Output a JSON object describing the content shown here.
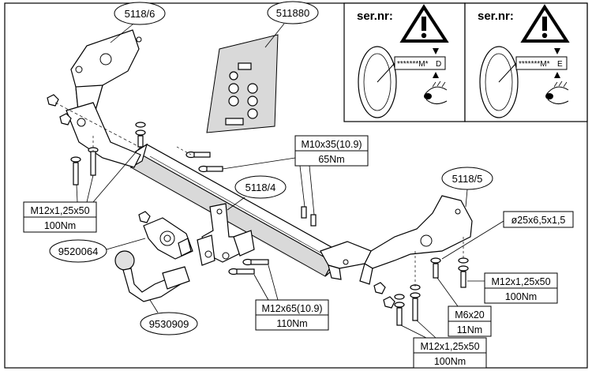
{
  "part_labels": {
    "left_bracket": "5118/6",
    "fixing_kit": "511880",
    "center_bracket": "5118/4",
    "right_bracket": "5118/5",
    "wiring_socket_plate": "9520064",
    "tow_ball": "9530909"
  },
  "bolt_specs": {
    "left_bolt": {
      "size": "M12x1,25x50",
      "torque": "100Nm"
    },
    "top_bolt": {
      "size": "M10x35(10.9)",
      "torque": "65Nm"
    },
    "center_bolt": {
      "size": "M12x65(10.9)",
      "torque": "110Nm"
    },
    "right_bolt": {
      "size": "M12x1,25x50",
      "torque": "100Nm"
    },
    "small_bolt": {
      "size": "M6x20",
      "torque": "11Nm"
    },
    "bottom_bolt": {
      "size": "M12x1,25x50",
      "torque": "100Nm"
    },
    "washer": {
      "size": "ø25x6,5x1,5"
    }
  },
  "serial_panels": [
    {
      "label": "ser.nr:",
      "plate_text": "*******M*",
      "variant": "D"
    },
    {
      "label": "ser.nr:",
      "plate_text": "*******M*",
      "variant": "E"
    }
  ]
}
